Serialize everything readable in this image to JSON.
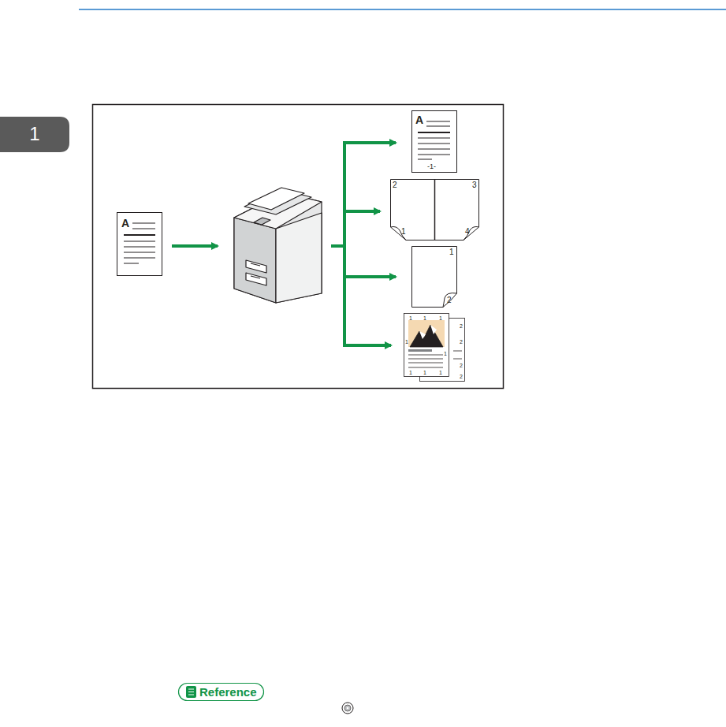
{
  "diagram": {
    "nodes": [
      {
        "text": [
          "A"
        ]
      },
      {
        "text": [
          "A",
          "-1-"
        ]
      },
      {
        "text": [
          "2",
          "3",
          "1",
          "4"
        ]
      },
      {
        "text": [
          "1",
          "2"
        ]
      }
    ],
    "labels": [
      "1",
      "Reference",
      "1",
      "1",
      "1",
      "1",
      "1",
      "1",
      "1",
      "1",
      "2",
      "2",
      "2",
      "2"
    ]
  }
}
